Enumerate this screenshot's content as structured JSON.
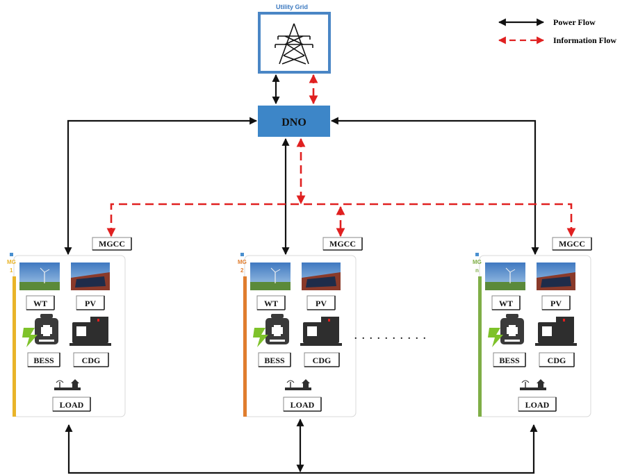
{
  "legend": {
    "power_flow": "Power Flow",
    "information_flow": "Information Flow"
  },
  "grid": {
    "title": "Utility Grid",
    "icon": "transmission-tower-icon"
  },
  "dno": {
    "label": "DNO"
  },
  "ellipsis": ". . . . . . . . . .",
  "microgrids": [
    {
      "tag": "MG",
      "index": "1",
      "accent": "#e9b429",
      "mgcc": "MGCC",
      "wt": "WT",
      "pv": "PV",
      "bess": "BESS",
      "cdg": "CDG",
      "load": "LOAD"
    },
    {
      "tag": "MG",
      "index": "2",
      "accent": "#e07d2e",
      "mgcc": "MGCC",
      "wt": "WT",
      "pv": "PV",
      "bess": "BESS",
      "cdg": "CDG",
      "load": "LOAD"
    },
    {
      "tag": "MG",
      "index": "n",
      "accent": "#7fae46",
      "mgcc": "MGCC",
      "wt": "WT",
      "pv": "PV",
      "bess": "BESS",
      "cdg": "CDG",
      "load": "LOAD"
    }
  ],
  "colors": {
    "power": "#111111",
    "information": "#e02020",
    "dno_fill": "#3d86c8",
    "grid_border": "#4a86c5",
    "grid_title": "#3d7ac0"
  }
}
